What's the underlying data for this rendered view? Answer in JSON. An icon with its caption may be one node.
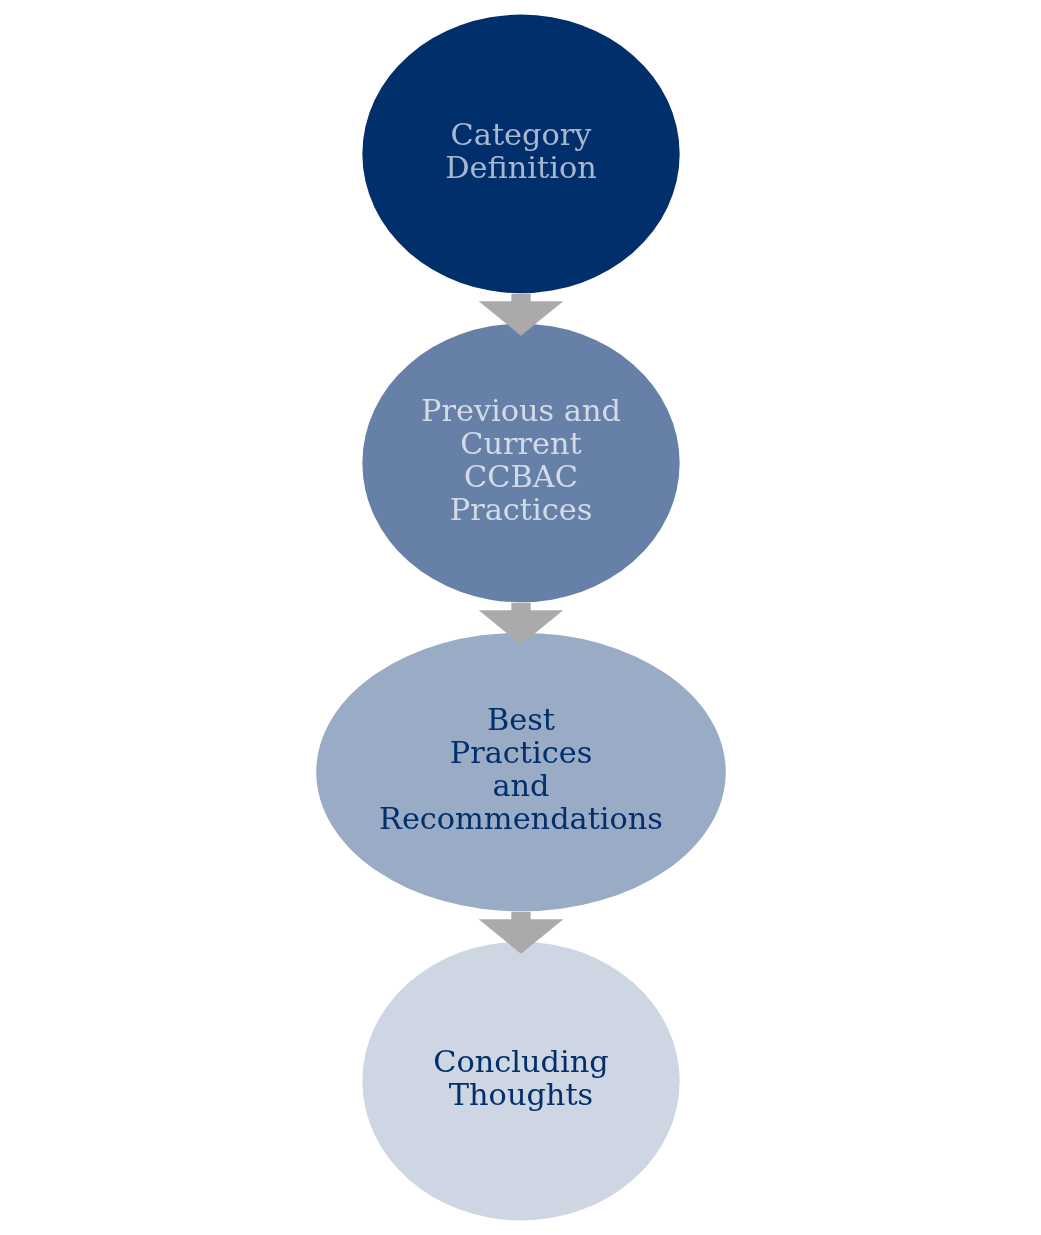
{
  "diagram": {
    "nodes": [
      {
        "text": [
          "Category Definition"
        ]
      },
      {
        "text": [
          "Previous and Current CCBAC Practices"
        ]
      },
      {
        "text": [
          "Best Practices and Recommendations"
        ]
      },
      {
        "text": [
          "Concluding Thoughts"
        ]
      }
    ],
    "edges": [
      {
        "from": 0,
        "to": 1,
        "arrow": "to"
      },
      {
        "from": 1,
        "to": 2,
        "arrow": "to"
      },
      {
        "from": 2,
        "to": 3,
        "arrow": "to"
      }
    ]
  }
}
